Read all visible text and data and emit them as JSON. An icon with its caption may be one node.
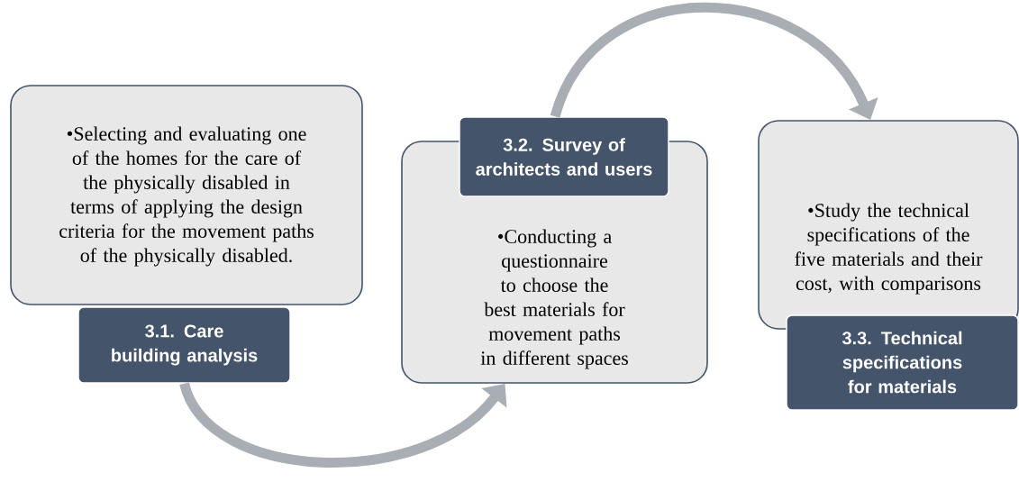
{
  "diagram": {
    "nodes": [
      {
        "text": [
          "•Selecting and evaluating one of the homes for the care of the physically disabled in terms of applying the design criteria for the movement paths of the physically disabled."
        ]
      },
      {
        "text": [
          "3.1. Care building analysis"
        ]
      },
      {
        "text": [
          "3.2. Survey of architects and users"
        ]
      },
      {
        "text": [
          "•Conducting a questionnaire to choose the best materials for movement paths in different spaces"
        ]
      },
      {
        "text": [
          "•Study the technical specifications of the five materials and their cost, with comparisons"
        ]
      },
      {
        "text": [
          "3.3. Technical specifications for materials"
        ]
      }
    ],
    "edges": [
      {
        "from": 1,
        "to": 3,
        "arrow": "to"
      },
      {
        "from": 2,
        "to": 4,
        "arrow": "to"
      }
    ]
  }
}
